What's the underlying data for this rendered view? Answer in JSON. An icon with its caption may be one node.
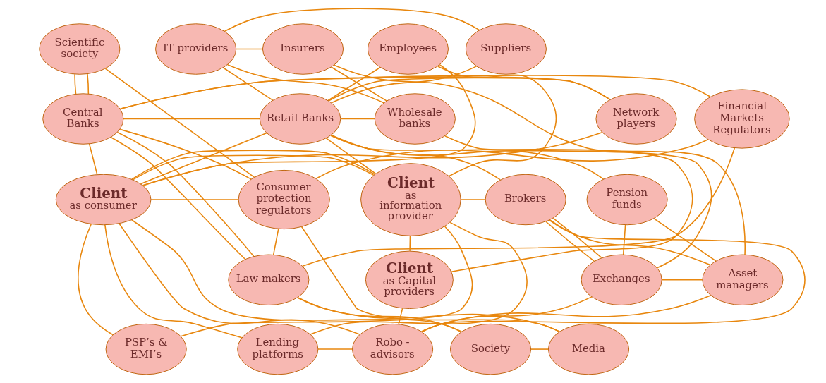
{
  "diagram": {
    "nodes": [
      {
        "text": [
          "Scientific society"
        ]
      },
      {
        "text": [
          "Employees"
        ]
      },
      {
        "text": [
          "Suppliers"
        ]
      },
      {
        "text": [
          "IT providers"
        ]
      },
      {
        "text": [
          "Network players"
        ]
      },
      {
        "text": [
          "Financial Markets Regulators"
        ]
      },
      {
        "text": [
          "Retail Banks"
        ]
      },
      {
        "text": [
          "Insurers"
        ]
      },
      {
        "text": [
          "Central Banks"
        ]
      },
      {
        "text": [
          "Wholesale banks"
        ]
      },
      {
        "text": [
          "**Client** as information provider"
        ]
      },
      {
        "text": [
          "Brokers"
        ]
      },
      {
        "text": [
          "Pension funds"
        ]
      },
      {
        "text": [
          "Consumer protection regulators"
        ]
      },
      {
        "text": [
          "**Client** as consumer"
        ]
      },
      {
        "text": [
          "Law makers"
        ]
      },
      {
        "text": [
          "**Client** as Capital providers"
        ]
      },
      {
        "text": [
          "Exchanges"
        ]
      },
      {
        "text": [
          "Asset managers"
        ]
      },
      {
        "text": [
          "Media"
        ]
      },
      {
        "text": [
          "Robo - advisors"
        ]
      },
      {
        "text": [
          "PSP’s & EMI’s"
        ]
      },
      {
        "text": [
          "Lending platforms"
        ]
      },
      {
        "text": [
          "Society"
        ]
      }
    ],
    "edges": [
      {
        "from": 0,
        "to": 8,
        "arrow": "none"
      },
      {
        "from": 0,
        "to": 8,
        "arrow": "none"
      },
      {
        "from": 0,
        "to": 13,
        "arrow": "none"
      },
      {
        "from": 5,
        "to": 8,
        "arrow": "none"
      },
      {
        "from": 5,
        "to": 13,
        "arrow": "none"
      },
      {
        "from": 5,
        "to": 15,
        "arrow": "none"
      },
      {
        "from": 13,
        "to": 8,
        "arrow": "none"
      },
      {
        "from": 13,
        "to": 15,
        "arrow": "none"
      },
      {
        "from": 13,
        "to": 14,
        "arrow": "none"
      },
      {
        "from": 13,
        "to": 19,
        "arrow": "none"
      },
      {
        "from": 8,
        "to": 15,
        "arrow": "none"
      },
      {
        "from": 8,
        "to": 15,
        "arrow": "none"
      },
      {
        "from": 15,
        "to": 19,
        "arrow": "none"
      },
      {
        "from": 15,
        "to": 23,
        "arrow": "none"
      },
      {
        "from": 19,
        "to": 23,
        "arrow": "none"
      },
      {
        "from": 23,
        "to": 14,
        "arrow": "none"
      },
      {
        "from": 8,
        "to": 4,
        "arrow": "none"
      },
      {
        "from": 8,
        "to": 6,
        "arrow": "none"
      },
      {
        "from": 8,
        "to": 14,
        "arrow": "none"
      },
      {
        "from": 4,
        "to": 6,
        "arrow": "none"
      },
      {
        "from": 4,
        "to": 14,
        "arrow": "none"
      },
      {
        "from": 1,
        "to": 6,
        "arrow": "none"
      },
      {
        "from": 1,
        "to": 14,
        "arrow": "none"
      },
      {
        "from": 1,
        "to": 10,
        "arrow": "none"
      },
      {
        "from": 6,
        "to": 14,
        "arrow": "none"
      },
      {
        "from": 6,
        "to": 10,
        "arrow": "none"
      },
      {
        "from": 2,
        "to": 6,
        "arrow": "none"
      },
      {
        "from": 2,
        "to": 3,
        "arrow": "none"
      },
      {
        "from": 3,
        "to": 6,
        "arrow": "none"
      },
      {
        "from": 3,
        "to": 7,
        "arrow": "none"
      },
      {
        "from": 3,
        "to": 9,
        "arrow": "none"
      },
      {
        "from": 7,
        "to": 9,
        "arrow": "none"
      },
      {
        "from": 7,
        "to": 18,
        "arrow": "none"
      },
      {
        "from": 6,
        "to": 9,
        "arrow": "none"
      },
      {
        "from": 6,
        "to": 12,
        "arrow": "none"
      },
      {
        "from": 6,
        "to": 11,
        "arrow": "none"
      },
      {
        "from": 6,
        "to": 16,
        "arrow": "none"
      },
      {
        "from": 9,
        "to": 17,
        "arrow": "none"
      },
      {
        "from": 14,
        "to": 10,
        "arrow": "none"
      },
      {
        "from": 14,
        "to": 10,
        "arrow": "none"
      },
      {
        "from": 10,
        "to": 21,
        "arrow": "none"
      },
      {
        "from": 10,
        "to": 22,
        "arrow": "none"
      },
      {
        "from": 10,
        "to": 11,
        "arrow": "none"
      },
      {
        "from": 10,
        "to": 16,
        "arrow": "none"
      },
      {
        "from": 14,
        "to": 21,
        "arrow": "none"
      },
      {
        "from": 14,
        "to": 22,
        "arrow": "none"
      },
      {
        "from": 14,
        "to": 20,
        "arrow": "none"
      },
      {
        "from": 22,
        "to": 20,
        "arrow": "none"
      },
      {
        "from": 16,
        "to": 20,
        "arrow": "none"
      },
      {
        "from": 11,
        "to": 17,
        "arrow": "none"
      },
      {
        "from": 11,
        "to": 17,
        "arrow": "none"
      },
      {
        "from": 11,
        "to": 20,
        "arrow": "none"
      },
      {
        "from": 11,
        "to": 18,
        "arrow": "none"
      },
      {
        "from": 12,
        "to": 17,
        "arrow": "none"
      },
      {
        "from": 12,
        "to": 18,
        "arrow": "none"
      },
      {
        "from": 17,
        "to": 18,
        "arrow": "none"
      },
      {
        "from": 17,
        "to": 20,
        "arrow": "none"
      },
      {
        "from": 18,
        "to": 20,
        "arrow": "none"
      }
    ]
  }
}
